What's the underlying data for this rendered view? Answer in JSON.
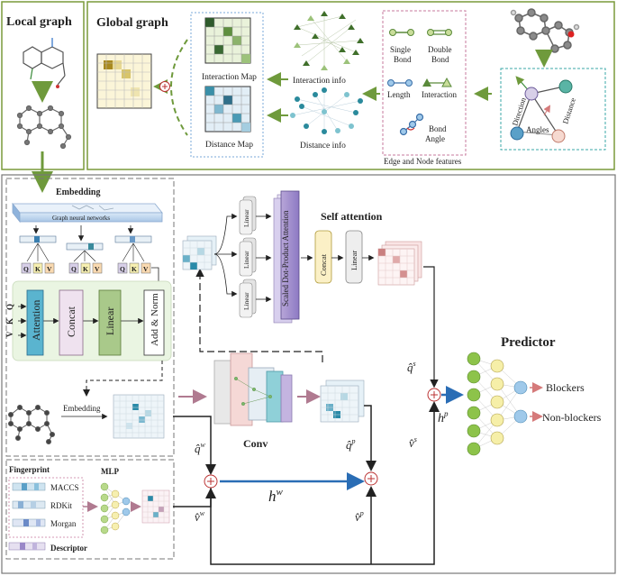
{
  "top": {
    "local_graph_title": "Local graph",
    "global_graph_title": "Global graph",
    "interaction_map": "Interaction Map",
    "distance_map": "Distance Map",
    "interaction_info": "Interaction info",
    "distance_info": "Distance info",
    "single_bond": [
      "Single",
      "Bond"
    ],
    "double_bond": [
      "Double",
      "Bond"
    ],
    "length": "Length",
    "interaction": "Interaction",
    "bond_angle": [
      "Bond",
      "Angle"
    ],
    "edge_node_features": "Edge and  Node features",
    "direction": "Direction",
    "angles": "Angles",
    "distance": "Distance"
  },
  "embedding": {
    "title": "Embedding",
    "gnn_label": "Graph neural networks",
    "qkv": [
      "Q",
      "K",
      "V"
    ],
    "attention": "Attention",
    "concat": "Concat",
    "linear": "Linear",
    "add_norm": "Add & Norm",
    "side_qkv": [
      "Q",
      "K",
      "V"
    ]
  },
  "self_attention": {
    "title": "Self attention",
    "linear": "Linear",
    "sdpa": "Scaled Dot-Product Attention",
    "concat": "Concat"
  },
  "conv": {
    "embedding_label": "Embedding",
    "title": "Conv"
  },
  "fingerprint": {
    "title": "Fingerprint",
    "items": [
      "MACCS",
      "RDKit",
      "Morgan"
    ],
    "mlp": "MLP",
    "descriptor": "Descriptor"
  },
  "math": {
    "q_w": "q̂",
    "q_w_sup": "w",
    "v_w": "v̂",
    "v_w_sup": "w",
    "h_w": "h",
    "h_w_sup": "w",
    "q_p": "q̂",
    "q_p_sup": "p",
    "v_p": "v̂",
    "v_p_sup": "p",
    "q_s": "q̂",
    "q_s_sup": "s",
    "v_s": "v̂",
    "v_s_sup": "s",
    "h_p": "h",
    "h_p_sup": "p"
  },
  "predictor": {
    "title": "Predictor",
    "blockers": "Blockers",
    "non_blockers": "Non-blockers"
  },
  "colors": {
    "frame_green": "#7a9a3a",
    "arrow_green": "#6f9a3c",
    "arrow_pink": "#b07a90",
    "blue_arrow": "#2a6db5",
    "blockers_red": "#d0343a",
    "node_green": "#8dc34a",
    "node_blue": "#9fc9ea",
    "attention_blue": "#5ab4cf",
    "concat_pink": "#efe2ef",
    "linear_green": "#a9c98a"
  }
}
